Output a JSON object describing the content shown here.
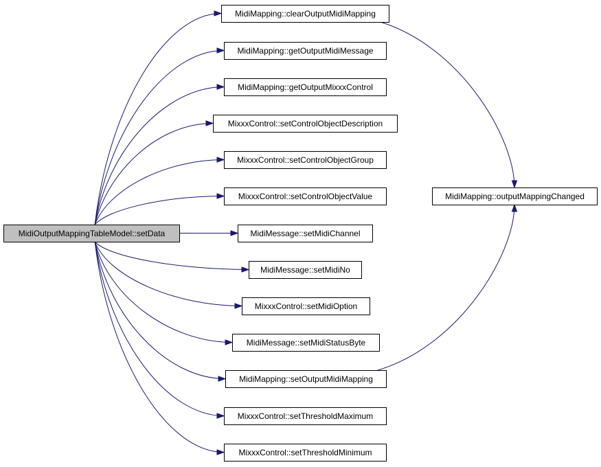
{
  "diagram": {
    "type": "call-graph",
    "colors": {
      "edge": "#191970",
      "node_border": "#000000",
      "node_fill": "#ffffff",
      "root_fill": "#bfbfbf"
    },
    "nodes": [
      {
        "id": "root",
        "label": "MidiOutputMappingTableModel::setData"
      },
      {
        "id": "n1",
        "label": "MidiMapping::clearOutputMidiMapping"
      },
      {
        "id": "n2",
        "label": "MidiMapping::getOutputMidiMessage"
      },
      {
        "id": "n3",
        "label": "MidiMapping::getOutputMixxxControl"
      },
      {
        "id": "n4",
        "label": "MixxxControl::setControlObjectDescription"
      },
      {
        "id": "n5",
        "label": "MixxxControl::setControlObjectGroup"
      },
      {
        "id": "n6",
        "label": "MixxxControl::setControlObjectValue"
      },
      {
        "id": "n7",
        "label": "MidiMessage::setMidiChannel"
      },
      {
        "id": "n8",
        "label": "MidiMessage::setMidiNo"
      },
      {
        "id": "n9",
        "label": "MixxxControl::setMidiOption"
      },
      {
        "id": "n10",
        "label": "MidiMessage::setMidiStatusByte"
      },
      {
        "id": "n11",
        "label": "MidiMapping::setOutputMidiMapping"
      },
      {
        "id": "n12",
        "label": "MixxxControl::setThresholdMaximum"
      },
      {
        "id": "n13",
        "label": "MixxxControl::setThresholdMinimum"
      },
      {
        "id": "target",
        "label": "MidiMapping::outputMappingChanged"
      }
    ],
    "edges": [
      {
        "from": "root",
        "to": "n1"
      },
      {
        "from": "root",
        "to": "n2"
      },
      {
        "from": "root",
        "to": "n3"
      },
      {
        "from": "root",
        "to": "n4"
      },
      {
        "from": "root",
        "to": "n5"
      },
      {
        "from": "root",
        "to": "n6"
      },
      {
        "from": "root",
        "to": "n7"
      },
      {
        "from": "root",
        "to": "n8"
      },
      {
        "from": "root",
        "to": "n9"
      },
      {
        "from": "root",
        "to": "n10"
      },
      {
        "from": "root",
        "to": "n11"
      },
      {
        "from": "root",
        "to": "n12"
      },
      {
        "from": "root",
        "to": "n13"
      },
      {
        "from": "n1",
        "to": "target"
      },
      {
        "from": "n11",
        "to": "target"
      }
    ]
  }
}
